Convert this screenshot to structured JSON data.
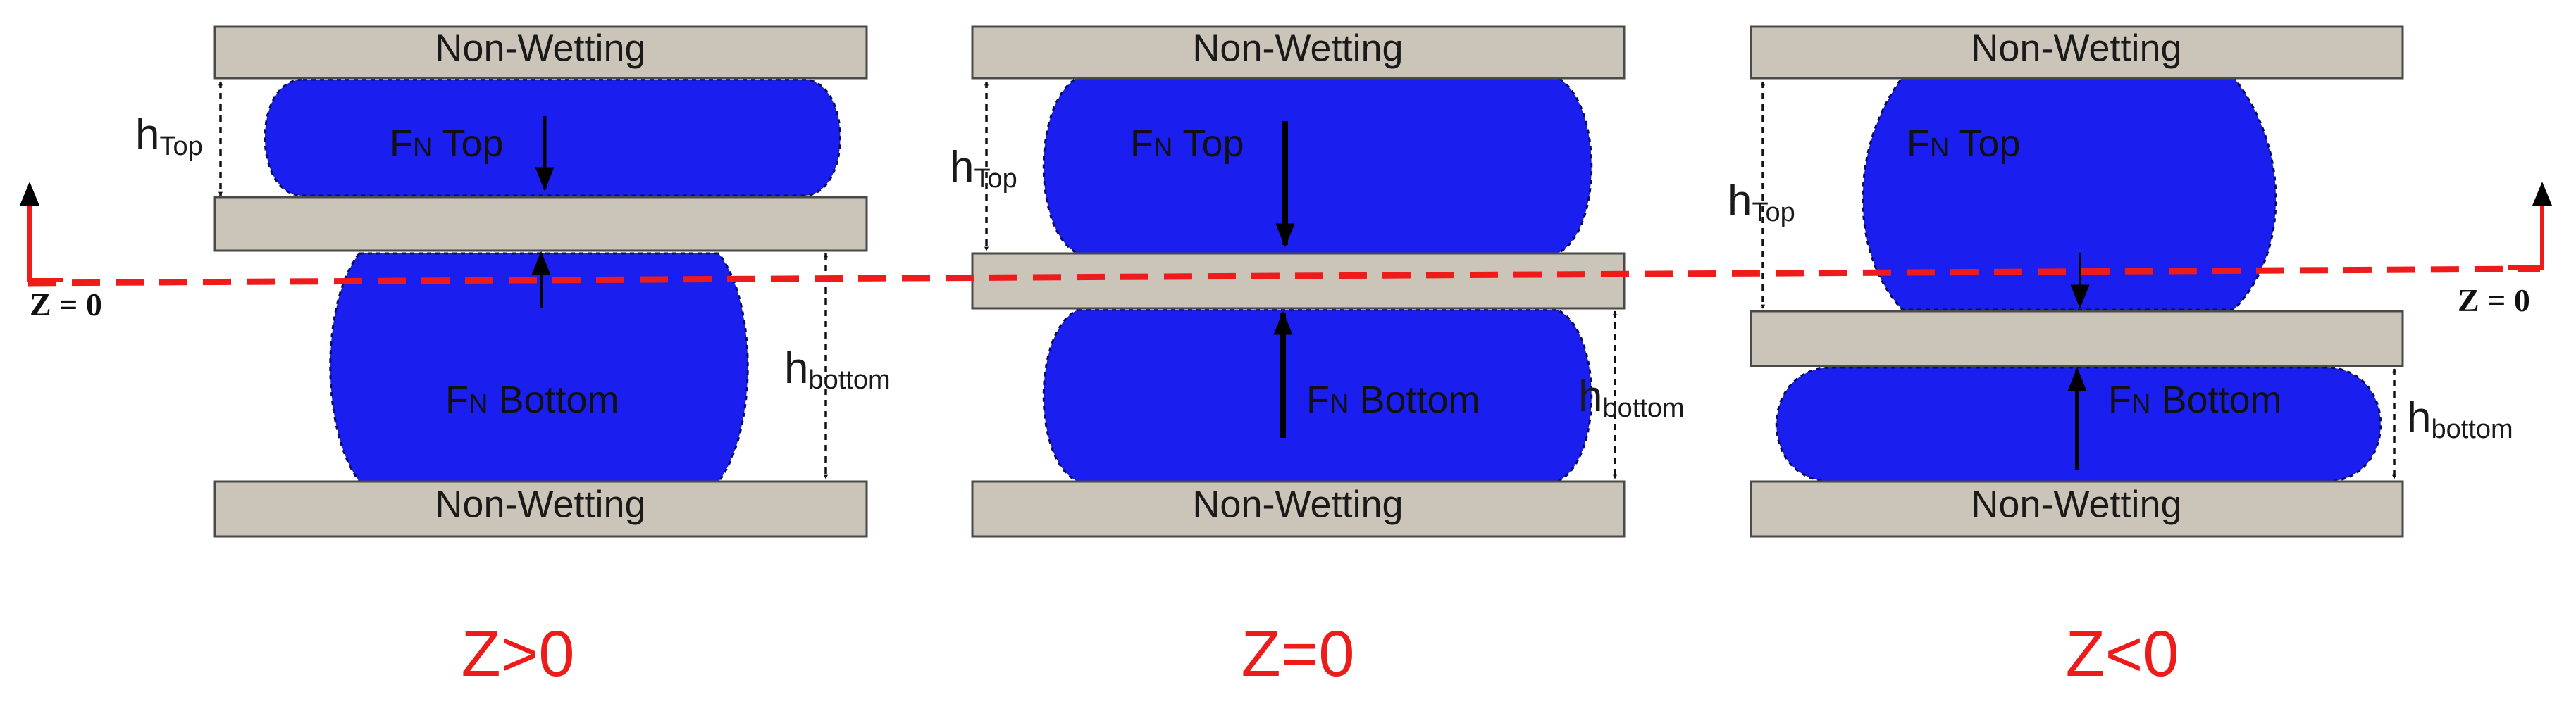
{
  "labels": {
    "plate": "Non-Wetting",
    "force_top": {
      "main": "F",
      "sub": "N",
      "rest": " Top"
    },
    "force_bottom": {
      "main": "F",
      "sub": "N",
      "rest": " Bottom"
    },
    "h_top": {
      "main": "h",
      "sub": "Top"
    },
    "h_bottom": {
      "main": "h",
      "sub": "bottom"
    },
    "zero": "Z = 0"
  },
  "panels": [
    {
      "id": "z-positive",
      "condition": "Z>0"
    },
    {
      "id": "z-zero",
      "condition": "Z=0"
    },
    {
      "id": "z-negative",
      "condition": "Z<0"
    }
  ],
  "colors": {
    "plate": "#cbc4b8",
    "droplet": "#1a1ff0",
    "zero_line": "#ee1b1b",
    "condition_text": "#ee1b1b"
  }
}
